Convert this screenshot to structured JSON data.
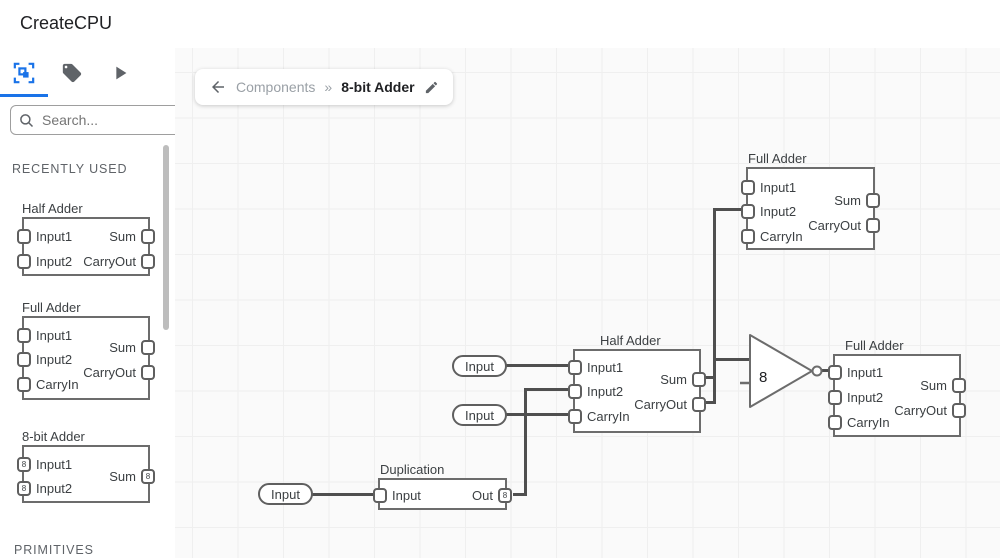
{
  "header": {
    "title": "CreateCPU"
  },
  "sidebar": {
    "search_placeholder": "Search...",
    "sections": {
      "recently_used": "RECENTLY USED",
      "primitives": "PRIMITIVES"
    },
    "previews": [
      {
        "title": "Half Adder",
        "in1": "Input1",
        "in2": "Input2",
        "out1": "Sum",
        "out2": "CarryOut"
      },
      {
        "title": "Full Adder",
        "in1": "Input1",
        "in2": "Input2",
        "in3": "CarryIn",
        "out1": "Sum",
        "out2": "CarryOut"
      },
      {
        "title": "8-bit Adder",
        "in1": "Input1",
        "in2": "Input2",
        "out1": "Sum",
        "bus": "8"
      }
    ]
  },
  "breadcrumb": {
    "parent": "Components",
    "separator": "»",
    "current": "8-bit Adder"
  },
  "canvas": {
    "nodes": [
      {
        "title": "Full Adder",
        "in1": "Input1",
        "in2": "Input2",
        "in3": "CarryIn",
        "out1": "Sum",
        "out2": "CarryOut"
      },
      {
        "title": "Half Adder",
        "in1": "Input1",
        "in2": "Input2",
        "in3": "CarryIn",
        "out1": "Sum",
        "out2": "CarryOut"
      },
      {
        "title": "Full Adder",
        "in1": "Input1",
        "in2": "Input2",
        "in3": "CarryIn",
        "out1": "Sum",
        "out2": "CarryOut"
      },
      {
        "title": "Duplication",
        "in1": "Input",
        "out1": "Out",
        "bus": "8"
      }
    ],
    "not_gate": {
      "label": "8"
    },
    "pills": [
      {
        "label": "Input"
      },
      {
        "label": "Input"
      },
      {
        "label": "Input"
      }
    ]
  },
  "colors": {
    "accent": "#1a73e8",
    "icon_gray": "#5f6368",
    "wire": "#4f4f4f",
    "component_border": "#6c6c6c"
  }
}
